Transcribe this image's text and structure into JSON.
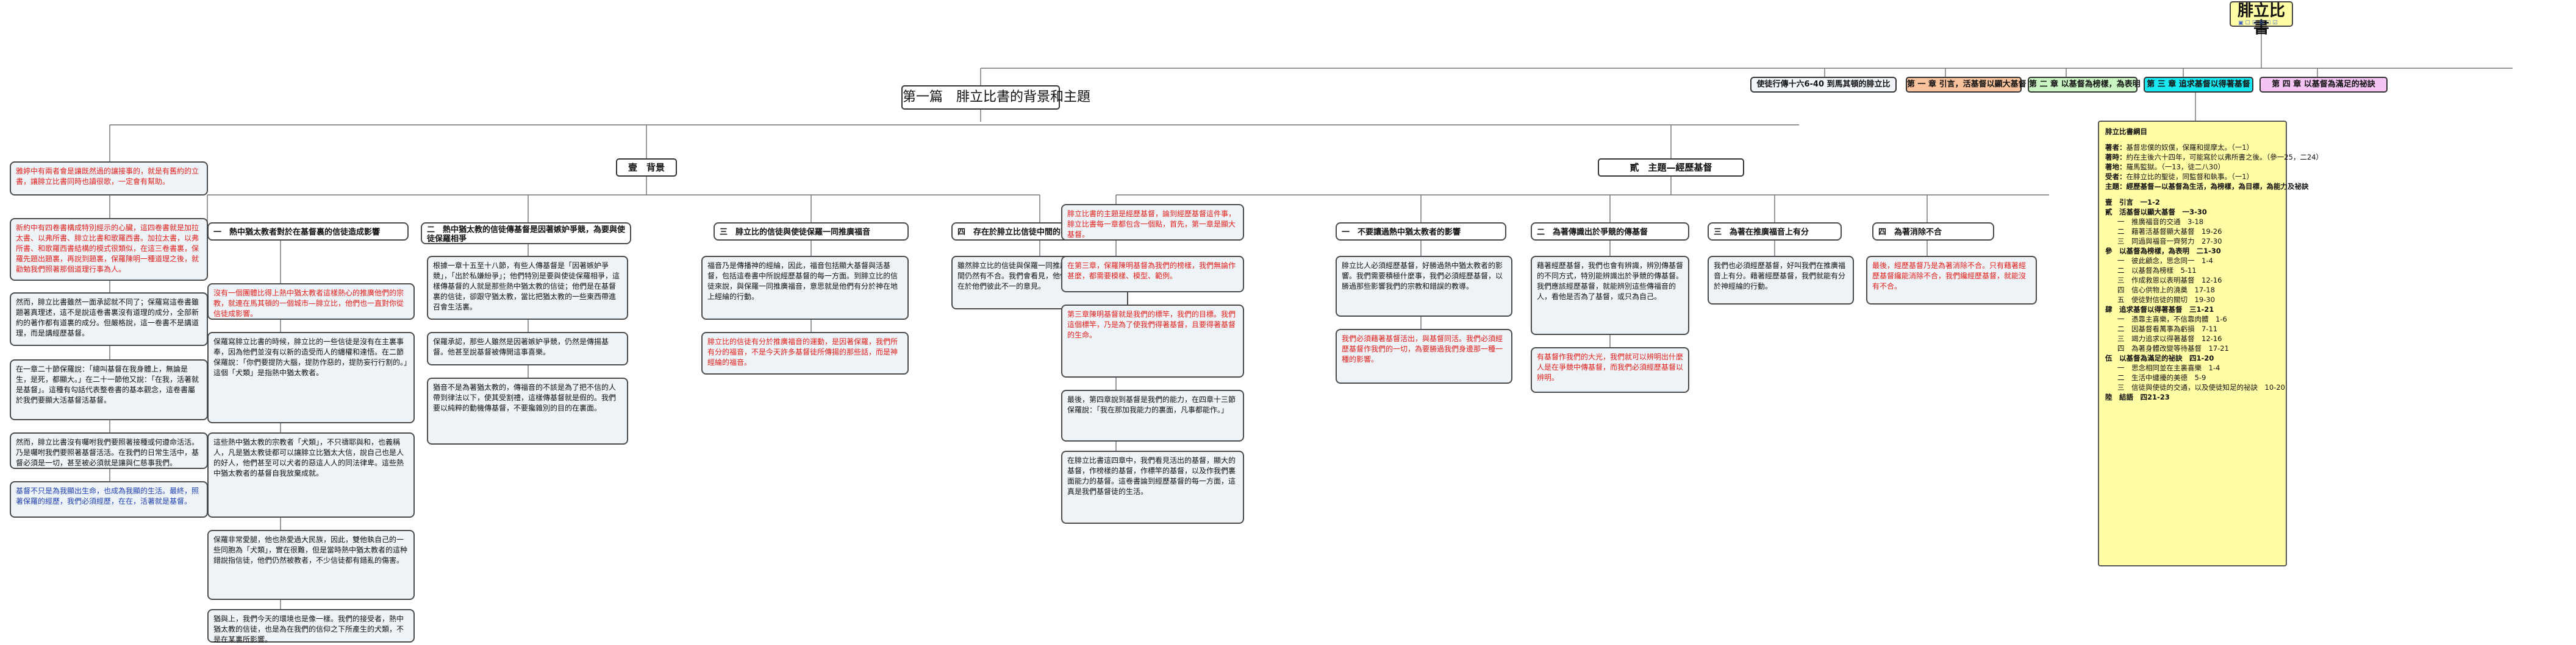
{
  "root": {
    "title": "腓立比書"
  },
  "chapters": [
    {
      "label": "使徒行傳十六6-40 到馬其頓的腓立比",
      "color": "#f1f5f9"
    },
    {
      "label": "第 一 章 引言，活基督以顯大基督",
      "color": "#f8c39c"
    },
    {
      "label": "第 二 章 以基督為榜樣，為表明",
      "color": "#c9f5c2"
    },
    {
      "label": "第 三 章 追求基督以得著基督",
      "color": "#18e8f2"
    },
    {
      "label": "第 四 章 以基督為滿足的祕訣",
      "color": "#f6c3f5"
    }
  ],
  "part1": {
    "title": "第一篇　腓立比書的背景和主題"
  },
  "background": {
    "title": "壹　背景"
  },
  "theme": {
    "title": "貳　主題—經歷基督"
  },
  "intro": {
    "text": "雅婷中有兩者會是讓既然過的讓接事的，就是有舊約的立書，讓腓立比書同時也讀很歌，一定會有幫助。"
  },
  "left_notes": [
    "新約中有四卷書構成特別經示的心臟，這四卷書就是加拉太書、以弗所書、腓立比書和歌羅西書。加拉太書，以弗所書、和歌羅西書結構的模式很類似，在這三卷書裏，保羅先題出題裏，再說到題裏，保羅陳明一種道理之後，就勸勉我們照著那個道理行事為人。",
    "然而，腓立比書雖然一面承認就不同了；保羅寫這卷書雖題著真理述，這不是說這卷書裏沒有道理的成分，全部新約的著作都有道裏的成分。但嚴格說，這一卷書不是講道理，而是講經歷基督。",
    "在一章二十節保羅說：「總叫基督在我身體上，無論是生，是死，都顯大。」在二十一節他又說：「在我，活著就是基督」。這種有勾話代表整卷書的基本觀念，這卷書屬於我們要顯大活基督活基督。",
    "然而，腓立比書沒有囑咐我們要照著接種或何遵命活活。乃是囑咐我們要照著基督活活。在我們的日常生活中，基督必須是一切，甚至被必須就是讓與仁慈事我們。",
    "基督不只是為我顯出生命，也成為我顯的生活。最終，照著保羅的經歷，我們必須經歷，在在，活著就是基督。"
  ],
  "bg_sections": [
    {
      "title": "一　熱中猶太教者對於在基督裏的信徒造成影響",
      "notes": [
        "沒有一個團體比得上熱中猶太教者這樣熱心的推廣他們的宗教，就連在馬其頓的一個城市—腓立比，他們也一直對你從信徒成影響。",
        "保羅寫腓立比書的時候，腓立比的一些信徒是沒有在主裏事奉，因為他們並沒有以新的造受而人的纏權和達悟。在二節保羅說：「你們要提防大腦，提防作惡的，提防妄行行割的。」這個「犬類」是指熱中猶太教者。",
        "這些熱中猶太教的宗教者「犬類」，不只禱耶與和，也義稱人，凡是猶太教徒都可以讓腓立比猶太大信，說自己也是人的好人，他們甚至可以犬者的惡這人人的同法律卑。這些熱中猶太教者的基督自我放棄成就。",
        "保羅非常愛腿，他也熱愛過大民族，因此，雙他執自己的一些同胞為「犬類」，實在很難，但是當時熱中猶太教者的這种錯說指信徒，他們仍然被教者，不少信徒都有錯亂的傷害。",
        "猶與上，我們今天的環境也是像一樣。我們的接受者，熱中猶太教的信徒，也是為在我們的信仰之下所產生的犬類，不是在某裏所影響。"
      ]
    },
    {
      "title": "二　熱中猶太教的信徒傳基督是因著嫉妒爭競，為要與使徒保羅相爭",
      "notes": [
        "根據一章十五至十八節，有些人傳基督是「因著嫉妒爭競」，「出於私嫌紛爭」；他們特別是要與使徒保羅相爭，這樣傳基督的人就是那些熱中猶太教的信徒；他們是在基督裏的信徒，卻跟守猶太教，當比把猶太教的一些東西帶進召會生活裏。",
        "保羅承認，那些人雖然是因著嫉妒爭競，仍然是傳揚基督。他甚至說基督被傳開這事喜樂。",
        "猶音不是為著猶太教的，傳福音的不該是為了把不信的人帶到律法以下，使其受割禮，這樣傳基督就是假的。我們要以純粹的動機傳基督，不要攙雜別的目的在裏面。"
      ]
    },
    {
      "title": "三　腓立比的信徒與使徒保羅一同推廣福音",
      "notes": [
        "福音乃是傳播神的經綸，因此，福音包括顯大基督與活基督，包括這卷書中所說經歷基督的每一方面。到腓立比的信徒來說，與保羅一同推廣福音，意思就是他們有分於神在地上經綸的行動。",
        "腓立比的信徒有分於推廣福音的運動，是因著保羅，我們所有分的福音，不是今天許多基督徒所傳揚的那些話，而是神經綸的福音。"
      ]
    },
    {
      "title": "四　存在於腓立比信徒中間的不合",
      "notes": [
        "雖然腓立比的信徒與保羅一同推廣福音，但他們中間仍然有不合。我們會看見，他們的不合，原因乃在於他們彼此不一的意見。"
      ]
    }
  ],
  "theme_note": {
    "text": "腓立比書的主題是經歷基督，論到經歷基督這件事，腓立比書每一章都包含一個點，首先，第一章是顯大基督。"
  },
  "theme_sub": [
    "在第三章，保羅陳明基督為我們的榜樣，我們無論作甚麼，都需要模樣、模型、範例。",
    "第三章陳明基督就是我們的標竿，我們的目標。我們這個標竿，乃是為了使我們得著基督，且要得著基督的生命。",
    "最後，第四章說到基督是我們的能力，在四章十三節保羅說：「我在那加我能力的裏面，凡事都能作。」",
    "在腓立比書這四章中，我們看見活出的基督，顯大的基督，作榜樣的基督，作標竿的基督，以及作我們裏面能力的基督。這卷書論到經歷基督的每一方面，這真是我們基督徒的生活。"
  ],
  "theme_sections": [
    {
      "title": "一　不要讓過熱中猶太教者的影響",
      "notes": [
        "腓立比人必須經歷基督，好勝過熱中猶太教者的影響。我們需要積極什麼事，我們必須經歷基督，以勝過那些影響我們的宗教和錯誤的教導。",
        "我們必須藉著基督活出，與基督同活。我們必須經歷基督作我們的一切，為要勝過我們身邊那一種一種的影響。"
      ]
    },
    {
      "title": "二　為著傳識出於爭競的傳基督",
      "notes": [
        "藉著經歷基督，我們也會有辨識，辨別傳基督的不同方式，特別能辨識出於爭競的傳基督。我們應該經歷基督，就能辨別這些傳福音的人，看他是否為了基督，或只為自己。",
        "有基督作我們的大光，我們就可以辨明出什麼人是在爭競中傳基督，而我們必須經歷基督以辨明。"
      ]
    },
    {
      "title": "三　為著在推廣福音上有分",
      "notes": [
        "我們也必須經歷基督，好叫我們在推廣福音上有分。藉著經歷基督，我們就能有分於神經綸的行動。"
      ]
    },
    {
      "title": "四　為著消除不合",
      "notes": [
        "最後，經歷基督乃是為著消除不合。只有藉著經歷基督纔能消除不合，我們纔經歷基督，就能沒有不合。"
      ]
    }
  ],
  "summary": {
    "title": "腓立比書綱目",
    "meta": [
      {
        "k": "著者：",
        "v": "基督忠僕的奴僕，保羅和提摩太。（一1）"
      },
      {
        "k": "著時：",
        "v": "約在主後六十四年，可能寫於以弗所書之後。（參一25，二24）"
      },
      {
        "k": "著地：",
        "v": "羅馬監獄。（一13，徒二八30）"
      },
      {
        "k": "受者：",
        "v": "在腓立比的聖徒，同監督和執事。（一1）"
      },
      {
        "k": "主題：",
        "v": "經歷基督—以基督為生活，為榜樣，為目標，為能力及祕訣"
      }
    ],
    "outline": [
      {
        "lvl": 0,
        "t": "壹　引言　一1-2"
      },
      {
        "lvl": 0,
        "t": "貳　活基督以顯大基督　一3-30"
      },
      {
        "lvl": 1,
        "t": "一　推廣福音的交通　3-18"
      },
      {
        "lvl": 1,
        "t": "二　藉著活基督顯大基督　19-26"
      },
      {
        "lvl": 1,
        "t": "三　同過與福音一齊努力　27-30"
      },
      {
        "lvl": 0,
        "t": "參　以基督為榜樣，為表明　二1-30"
      },
      {
        "lvl": 1,
        "t": "一　彼此顧念，思念同一　1-4"
      },
      {
        "lvl": 1,
        "t": "二　以基督為榜樣　5-11"
      },
      {
        "lvl": 1,
        "t": "三　作成救恩以表明基督　12-16"
      },
      {
        "lvl": 1,
        "t": "四　信心供物上的澆奠　17-18"
      },
      {
        "lvl": 1,
        "t": "五　使徒對信徒的關切　19-30"
      },
      {
        "lvl": 0,
        "t": "肆　追求基督以得著基督　三1-21"
      },
      {
        "lvl": 1,
        "t": "一　憑靠主喜樂，不信靠肉體　1-6"
      },
      {
        "lvl": 1,
        "t": "二　因基督看萬事為虧損　7-11"
      },
      {
        "lvl": 1,
        "t": "三　竭力追求以得著基督　12-16"
      },
      {
        "lvl": 1,
        "t": "四　為著身體改變等待基督　17-21"
      },
      {
        "lvl": 0,
        "t": "伍　以基督為滿足的祕訣　四1-20"
      },
      {
        "lvl": 1,
        "t": "一　思念相同並在主裏喜樂　1-4"
      },
      {
        "lvl": 1,
        "t": "二　生活中纏擾的美德　5-9"
      },
      {
        "lvl": 1,
        "t": "三　信徒與使徒的交通，以及使徒知足的祕訣　10-20"
      },
      {
        "lvl": 0,
        "t": "陸　結語　四21-23"
      }
    ]
  }
}
